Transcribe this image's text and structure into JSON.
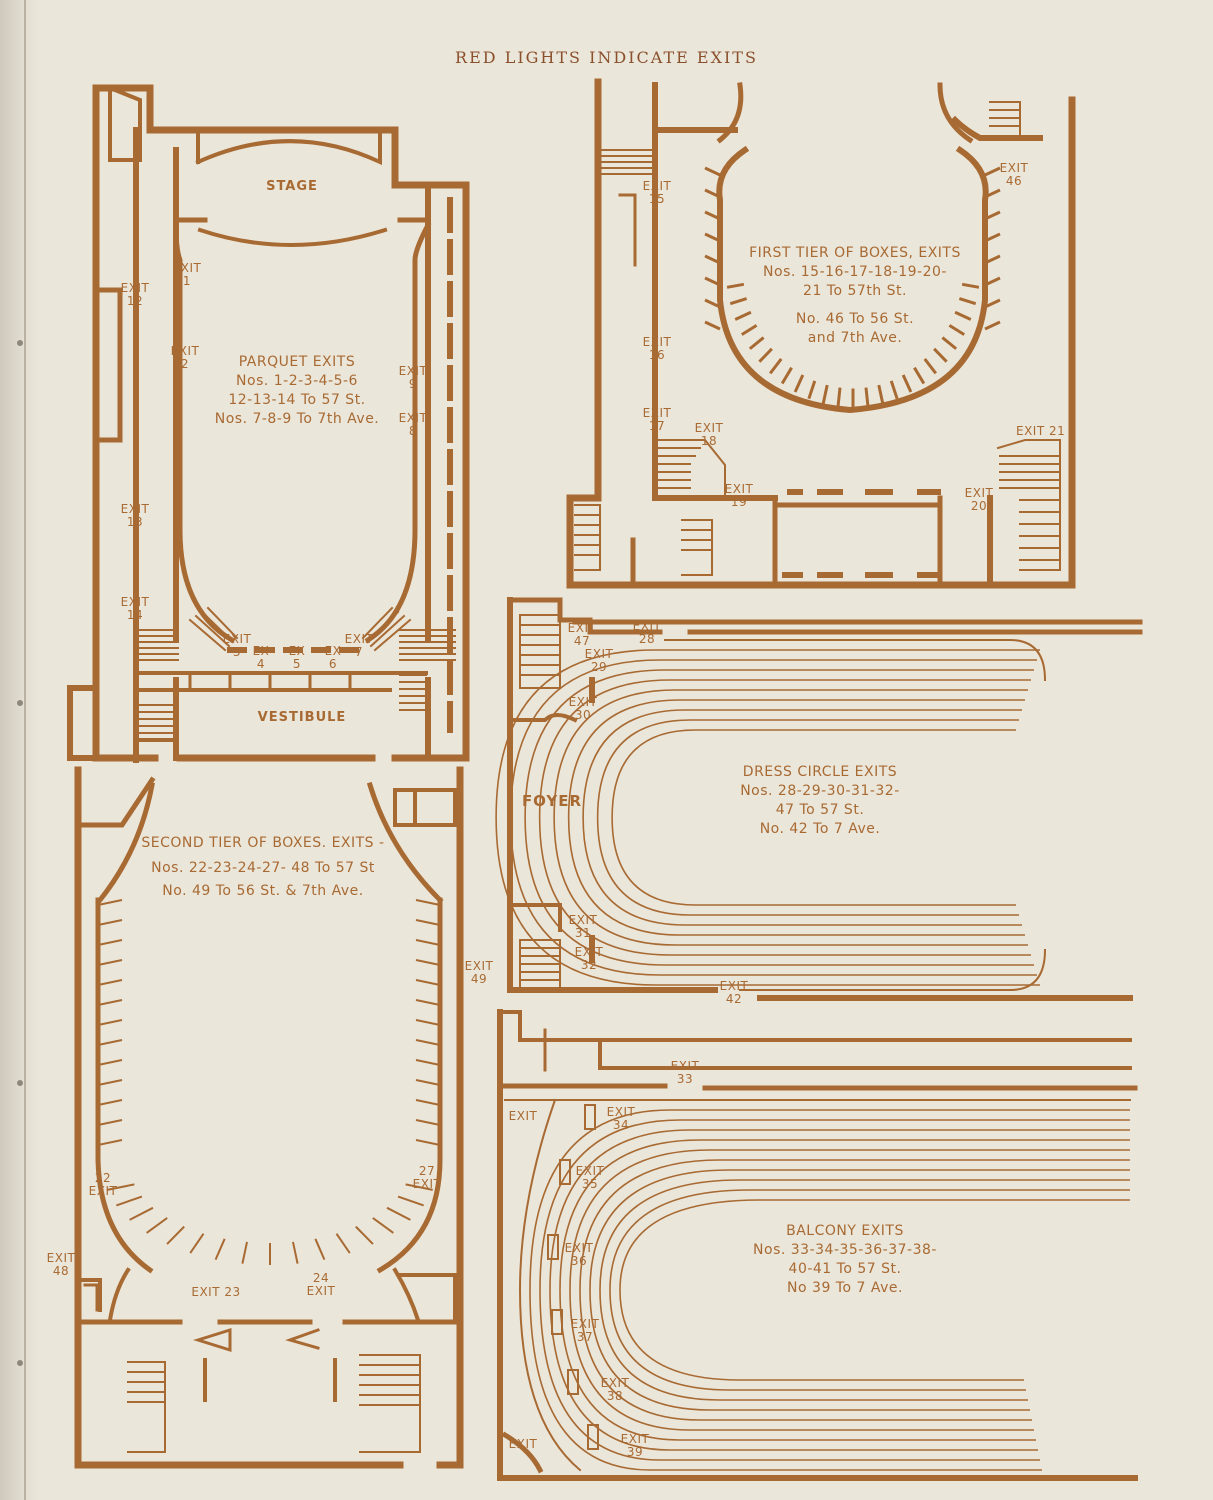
{
  "header": "RED LIGHTS INDICATE EXITS",
  "colors": {
    "ink": "#a86a33",
    "paper": "#ebe6da"
  },
  "parquet": {
    "title": "PARQUET EXITS",
    "lines": [
      "Nos. 1-2-3-4-5-6",
      "12-13-14 To 57 St.",
      "Nos. 7-8-9 To 7th Ave."
    ],
    "stage": "STAGE",
    "vestibule": "VESTIBULE",
    "exits": {
      "e1": "EXIT 1",
      "e2": "EXIT 2",
      "e3": "EXIT 3",
      "e4": "EX 4",
      "e5": "EX 5",
      "e6": "EX 6",
      "e7": "EXIT 7",
      "e8": "EXIT 8",
      "e9": "EXIT 9",
      "e12": "EXIT 12",
      "e13": "EXIT 13",
      "e14": "EXIT 14"
    }
  },
  "first_tier": {
    "title": "FIRST TIER OF BOXES, EXITS",
    "lines": [
      "Nos. 15-16-17-18-19-20-",
      "21 To 57th St.",
      "No. 46 To 56 St.",
      "and 7th Ave."
    ],
    "exits": {
      "e15": "EXIT 15",
      "e16": "EXIT 16",
      "e17": "EXIT 17",
      "e18": "EXIT 18",
      "e19": "EXIT 19",
      "e20": "EXIT 20",
      "e21": "EXIT 21",
      "e46": "EXIT 46"
    }
  },
  "dress_circle": {
    "title": "DRESS CIRCLE EXITS",
    "lines": [
      "Nos. 28-29-30-31-32-",
      "47 To 57 St.",
      "No. 42 To 7 Ave."
    ],
    "foyer": "FOYER",
    "exits": {
      "e47": "EXIT 47",
      "e28": "EXIT 28",
      "e29": "EXIT 29",
      "e30": "EXIT 30",
      "e31": "EXIT 31",
      "e32": "EXIT 32",
      "e42": "EXIT 42"
    }
  },
  "second_tier": {
    "title": "SECOND TIER OF BOXES. EXITS -",
    "lines": [
      "Nos. 22-23-24-27- 48 To 57 St",
      "No. 49 To 56 St. & 7th Ave."
    ],
    "exits": {
      "e22": "22 EXIT",
      "e23": "EXIT 23",
      "e24": "24 EXIT",
      "e27": "27 EXIT",
      "e48": "EXIT 48",
      "e49": "EXIT 49"
    }
  },
  "balcony": {
    "title": "BALCONY EXITS",
    "lines": [
      "Nos. 33-34-35-36-37-38-",
      "40-41 To 57 St.",
      "No 39 To 7 Ave."
    ],
    "exits": {
      "e33": "EXIT 33",
      "e34": "EXIT 34",
      "e35": "EXIT 35",
      "e36": "EXIT 36",
      "e37": "EXIT 37",
      "e38": "EXIT 38",
      "e39": "EXIT 39",
      "e40": "EXIT",
      "e41": "EXIT"
    }
  }
}
